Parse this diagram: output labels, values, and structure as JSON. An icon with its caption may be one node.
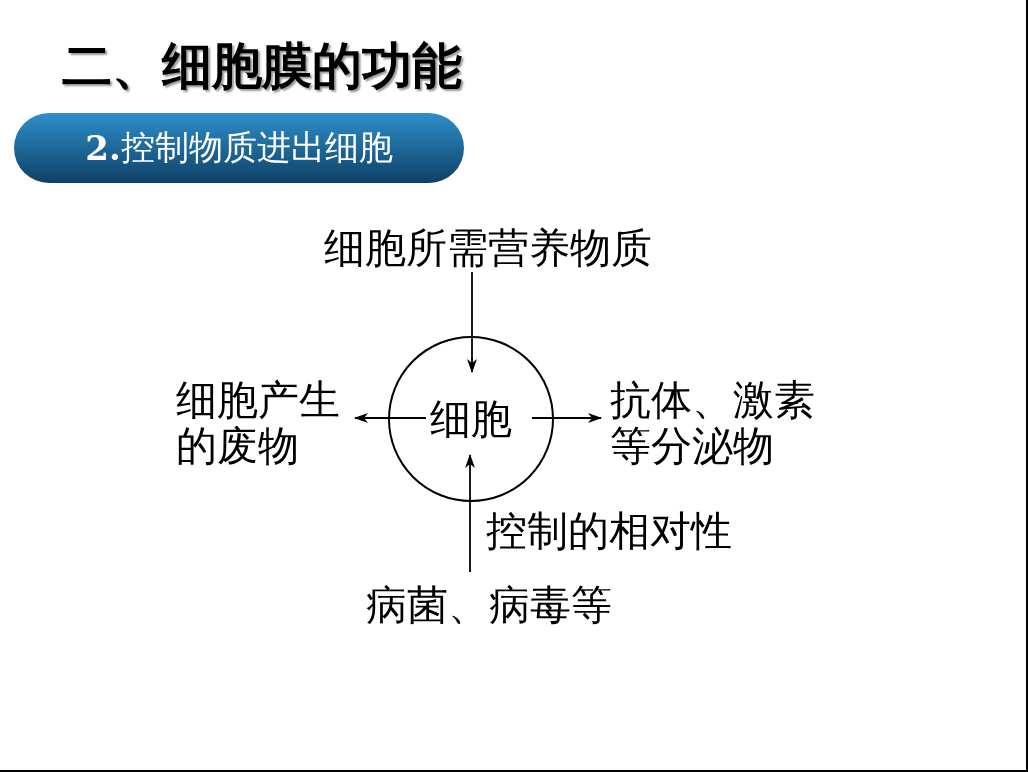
{
  "diagram": {
    "title": "二、细胞膜的功能",
    "nodes": [
      {
        "text": [
          "**2.**控制物质进出细胞"
        ]
      },
      {
        "text": [
          "细胞所需营养物质"
        ]
      },
      {
        "text": [
          "细胞"
        ]
      },
      {
        "text": [
          "细胞产生的废物"
        ]
      },
      {
        "text": [
          "抗体、激素等分泌物"
        ]
      },
      {
        "text": [
          "病菌、病毒等"
        ]
      }
    ],
    "edges": [
      {
        "from": 1,
        "to": 2,
        "arrow": "to"
      },
      {
        "from": 2,
        "to": 3,
        "arrow": "to"
      },
      {
        "from": 2,
        "to": 4,
        "arrow": "to"
      },
      {
        "from": 5,
        "to": 2,
        "arrow": "to",
        "label": "控制的相对性"
      }
    ]
  }
}
